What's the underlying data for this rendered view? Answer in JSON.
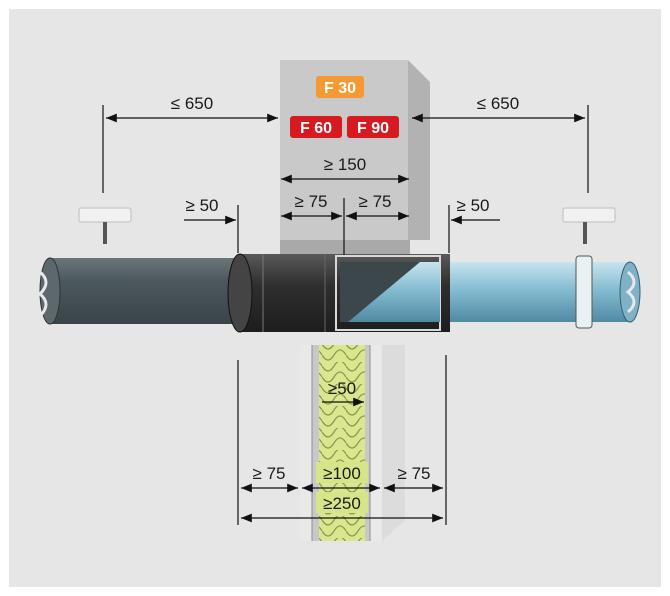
{
  "colors": {
    "background": "#ffffff",
    "panel": "#e8e8e8",
    "wall": "#cbcbcb",
    "wall_shadow": "#a9a9a9",
    "pipe_dark": "#4c585c",
    "pipe_light": "#7fb6cc",
    "insulation": "#d6e58a",
    "badge_orange": "#f59a33",
    "badge_red": "#d71920"
  },
  "fire_ratings": {
    "f30": "F 30",
    "f60": "F 60",
    "f90": "F 90"
  },
  "dimensions": {
    "hanger_left": "≤ 650",
    "hanger_right": "≤ 650",
    "sleeve_total": "≥ 150",
    "sleeve_half_left": "≥ 75",
    "sleeve_half_right": "≥ 75",
    "edge_left": "≥ 50",
    "edge_right": "≥ 50",
    "insulation_edge": "≥50",
    "wall_left": "≥ 75",
    "wall_core": "≥100",
    "wall_right": "≥ 75",
    "wall_total": "≥250"
  }
}
